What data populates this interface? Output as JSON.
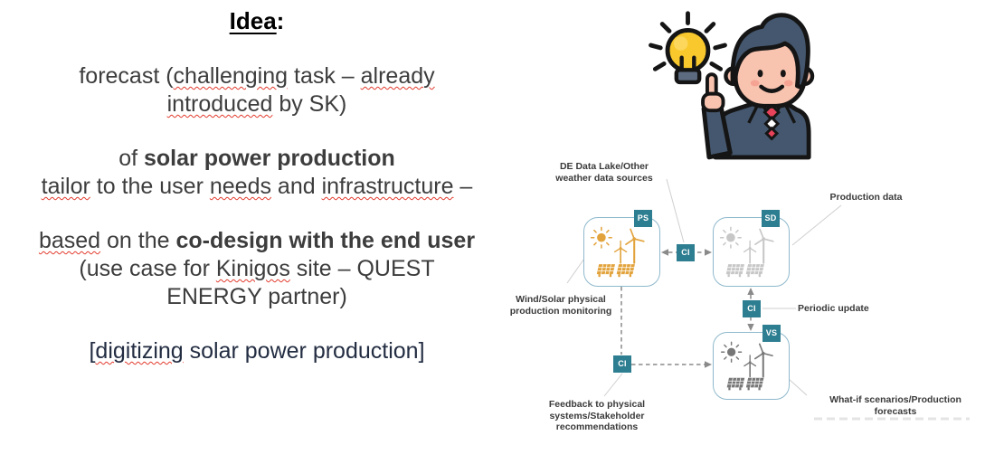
{
  "colors": {
    "teal_badge": "#2E7E91",
    "box_border": "#8FB9CC",
    "farm_ps": "#E2A33C",
    "farm_sd": "#C7C7C7",
    "farm_vs": "#777777",
    "suit_hair": "#45576E",
    "skin": "#F8C3AF",
    "bulb": "#F9C82C",
    "bulb_base": "#5C6B7F",
    "tie_red": "#E8435A",
    "wavy_red": "#E23B2E",
    "navy_text": "#232D42",
    "body_text": "#3D3D3D"
  },
  "left_panel": {
    "title": {
      "text": "Idea",
      "colon": ":"
    },
    "paragraphs": [
      {
        "lines": [
          [
            {
              "t": "forecast ("
            },
            {
              "t": "challenging",
              "w": true
            },
            {
              "t": " task – "
            },
            {
              "t": "already",
              "w": true
            }
          ],
          [
            {
              "t": "introduced",
              "w": true
            },
            {
              "t": " by SK)"
            }
          ]
        ]
      },
      {
        "lines": [
          [
            {
              "t": "of "
            },
            {
              "t": "solar power production",
              "b": true
            }
          ],
          [
            {
              "t": "tailor",
              "w": true
            },
            {
              "t": " to the user "
            },
            {
              "t": "needs",
              "w": true
            },
            {
              "t": " and "
            },
            {
              "t": "infrastructure",
              "w": true
            },
            {
              "t": " –"
            }
          ]
        ]
      },
      {
        "lines": [
          [
            {
              "t": "based",
              "w": true
            },
            {
              "t": " on the "
            },
            {
              "t": "co-design with the end user",
              "b": true
            }
          ],
          [
            {
              "t": "(use case for "
            },
            {
              "t": "Kinigos",
              "w": true
            },
            {
              "t": " site – QUEST"
            }
          ],
          [
            {
              "t": "ENERGY partner)"
            }
          ]
        ]
      },
      {
        "navy": true,
        "lines": [
          [
            {
              "t": "["
            },
            {
              "t": "digitizing",
              "w": true
            },
            {
              "t": " solar power production]"
            }
          ]
        ]
      }
    ]
  },
  "diagram": {
    "badges": {
      "ps": "PS",
      "sd": "SD",
      "vs": "VS",
      "ci": "CI"
    },
    "nodes": [
      {
        "id": "ps",
        "color": "#E2A33C"
      },
      {
        "id": "sd",
        "color": "#C7C7C7"
      },
      {
        "id": "vs",
        "color": "#777777"
      }
    ],
    "labels": {
      "data_lake": {
        "line1": "DE Data Lake/Other",
        "line2": "weather data sources"
      },
      "production": {
        "line1": "Production data"
      },
      "wind_solar": {
        "line1": "Wind/Solar physical",
        "line2": "production monitoring"
      },
      "periodic": {
        "line1": "Periodic update"
      },
      "feedback": {
        "line1": "Feedback to physical systems/Stakeholder",
        "line2": "recommendations"
      },
      "whatif": {
        "line1": "What-if scenarios/Production forecasts"
      }
    }
  }
}
